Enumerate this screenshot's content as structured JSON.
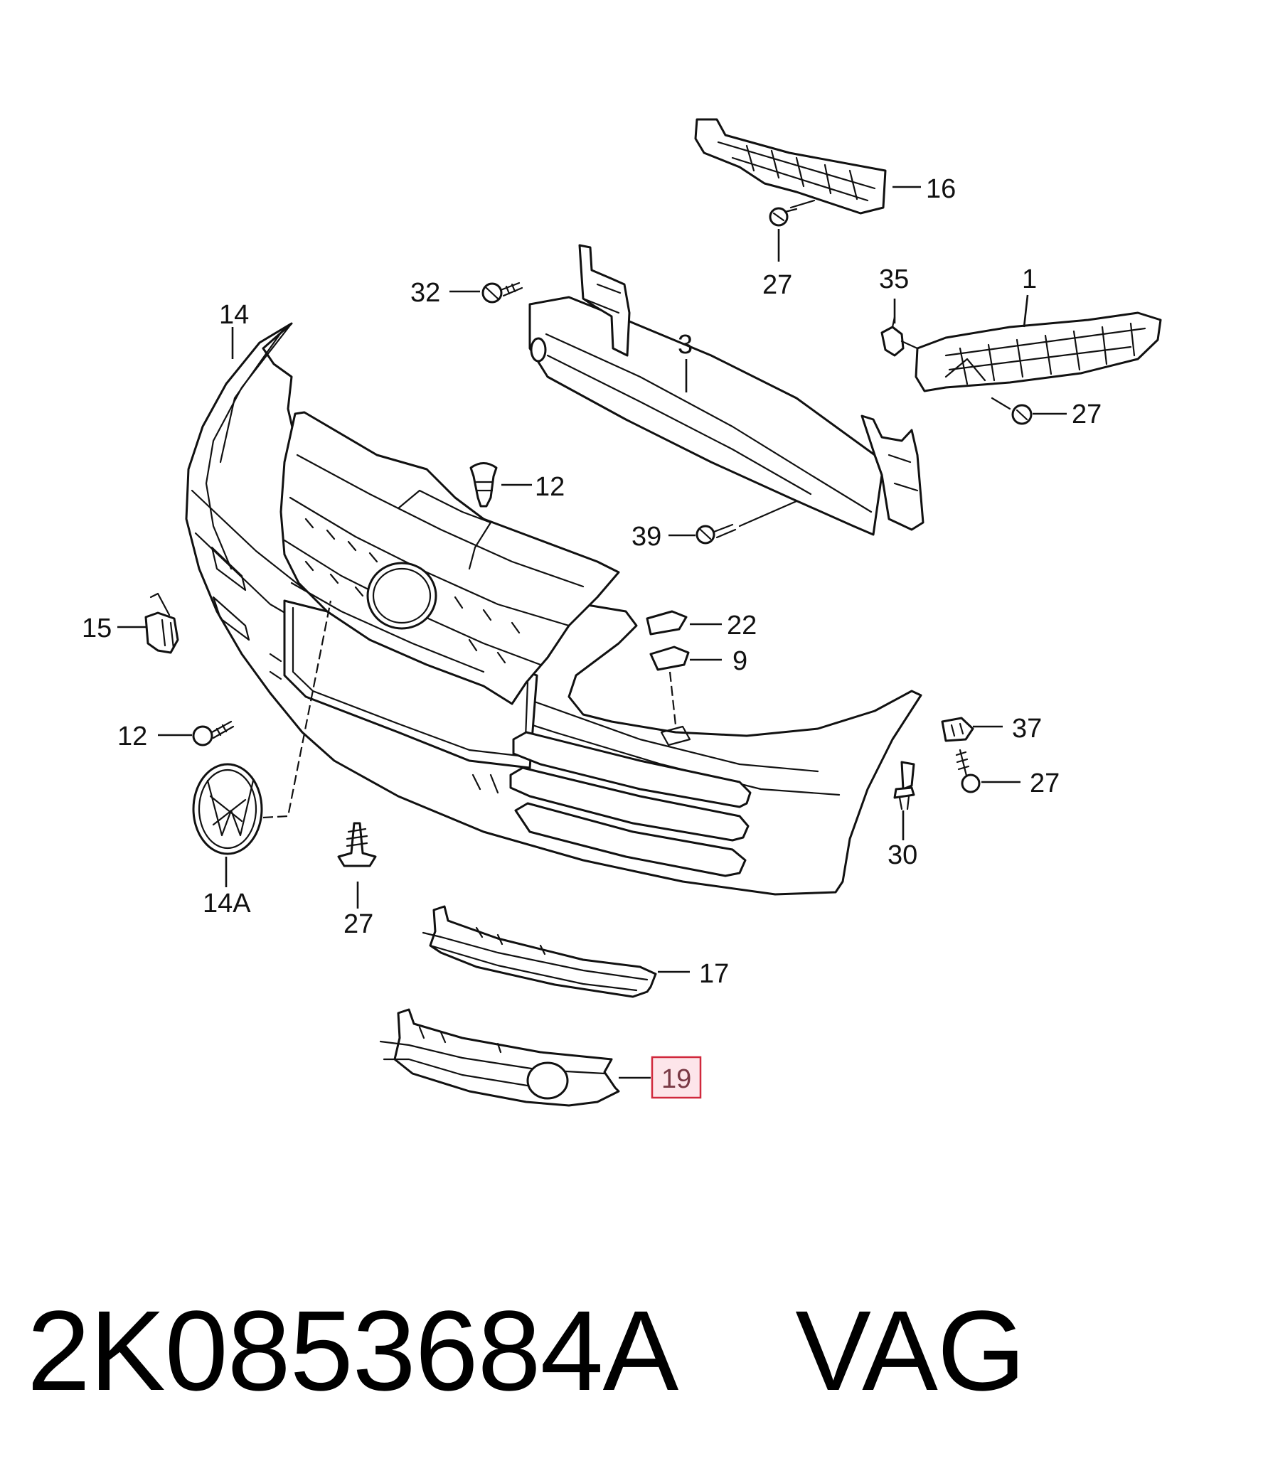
{
  "callouts": {
    "c16": "16",
    "c27_top": "27",
    "c35": "35",
    "c1": "1",
    "c32": "32",
    "c3": "3",
    "c14": "14",
    "c27_right": "27",
    "c12_top": "12",
    "c39": "39",
    "c15": "15",
    "c22": "22",
    "c9": "9",
    "c37": "37",
    "c12_left": "12",
    "c27_far_right": "27",
    "c30": "30",
    "c14A": "14A",
    "c27_bottom": "27",
    "c17": "17",
    "c19": "19"
  },
  "highlighted_callout": "19",
  "caption": {
    "part_number": "2K0853684A",
    "brand": "VAG"
  },
  "colors": {
    "line": "#111111",
    "highlight_fill": "#fde5ea",
    "highlight_border": "#d0283c"
  }
}
